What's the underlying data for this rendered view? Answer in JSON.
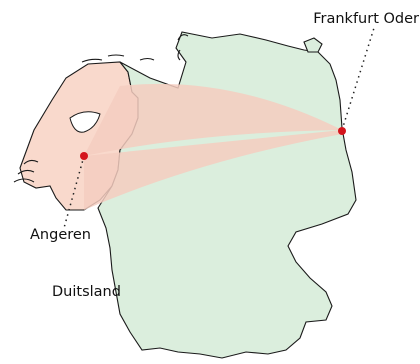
{
  "map": {
    "labels": {
      "frankfurt_oder": "Frankfurt Oder",
      "angeren": "Angeren",
      "duitsland": "Duitsland"
    },
    "colors": {
      "land": "#dbeedd",
      "netherlands_highlight": "#f9d9cc",
      "route_band": "#f5cdbf",
      "border_stroke": "#1a1a1a",
      "marker": "#d4151c",
      "background": "#ffffff"
    },
    "markers": [
      {
        "name": "Angeren",
        "type": "red-dot"
      },
      {
        "name": "Frankfurt Oder",
        "type": "red-dot"
      }
    ]
  }
}
